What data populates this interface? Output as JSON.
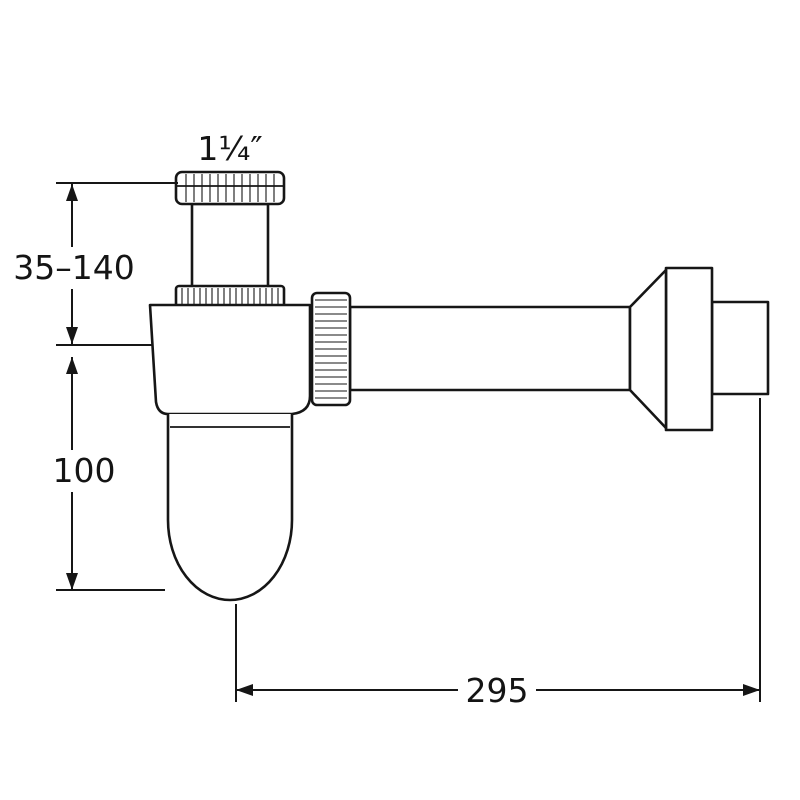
{
  "diagram": {
    "background_color": "#ffffff",
    "line_color": "#161616",
    "labels": {
      "inlet_size": "1¼″",
      "inlet_height_range": "35–140",
      "cup_height": "100",
      "outlet_length": "295"
    }
  }
}
